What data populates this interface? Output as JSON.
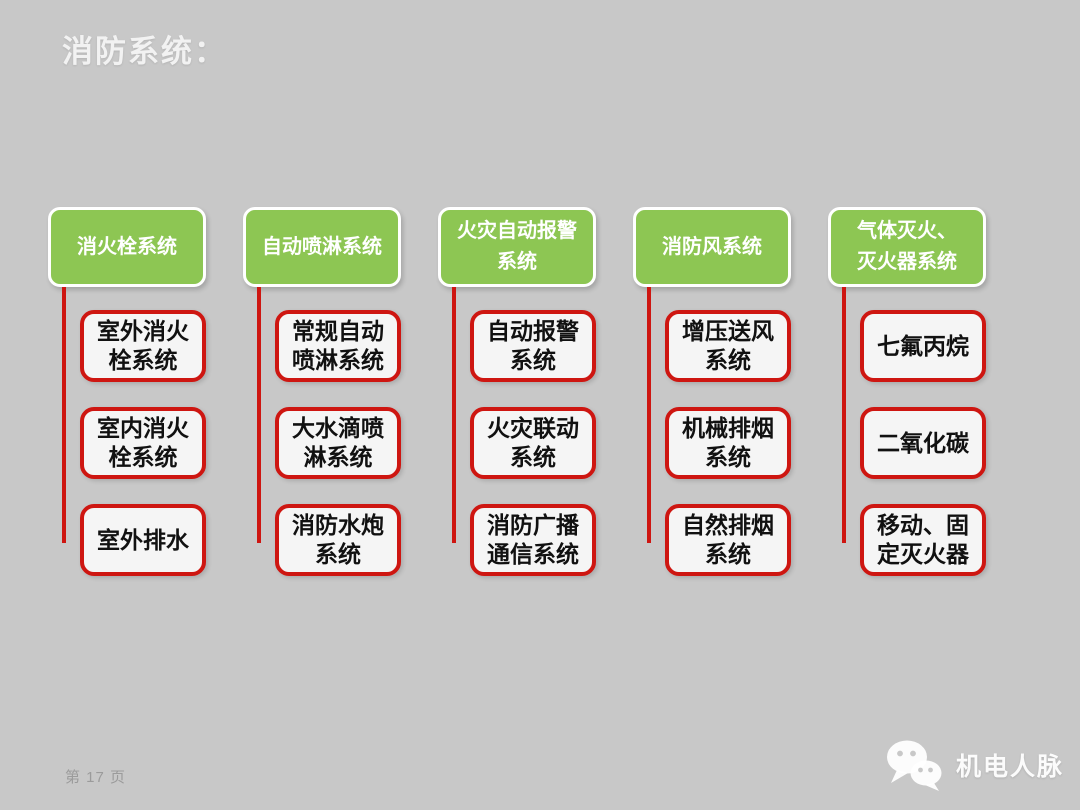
{
  "slide": {
    "title": "消防系统：",
    "footer": {
      "page_label": "第 17 页",
      "brand_name": "机电人脉",
      "brand_icon": "wechat-icon"
    }
  },
  "colors": {
    "background": "#C8C8C8",
    "header_fill": "#8DC653",
    "header_border": "#FFFFFF",
    "header_text": "#FFFFFF",
    "connector_red": "#CE1611",
    "node_fill": "#F5F5F5",
    "node_border": "#CE1611",
    "node_text": "#111111",
    "title_text": "#F2F2F2",
    "page_text": "#9B9B9B",
    "brand_text": "#FFFFFF"
  },
  "diagram": {
    "type": "hierarchy",
    "columns": [
      {
        "header": "消火栓系统",
        "children": [
          "室外消火\n栓系统",
          "室内消火\n栓系统",
          "室外排水"
        ]
      },
      {
        "header": "自动喷淋系统",
        "children": [
          "常规自动\n喷淋系统",
          "大水滴喷\n淋系统",
          "消防水炮\n系统"
        ]
      },
      {
        "header": "火灾自动报警\n系统",
        "children": [
          "自动报警\n系统",
          "火灾联动\n系统",
          "消防广播\n通信系统"
        ]
      },
      {
        "header": "消防风系统",
        "children": [
          "增压送风\n系统",
          "机械排烟\n系统",
          "自然排烟\n系统"
        ]
      },
      {
        "header": "气体灭火、\n灭火器系统",
        "children": [
          "七氟丙烷",
          "二氧化碳",
          "移动、固\n定灭火器"
        ]
      }
    ]
  }
}
